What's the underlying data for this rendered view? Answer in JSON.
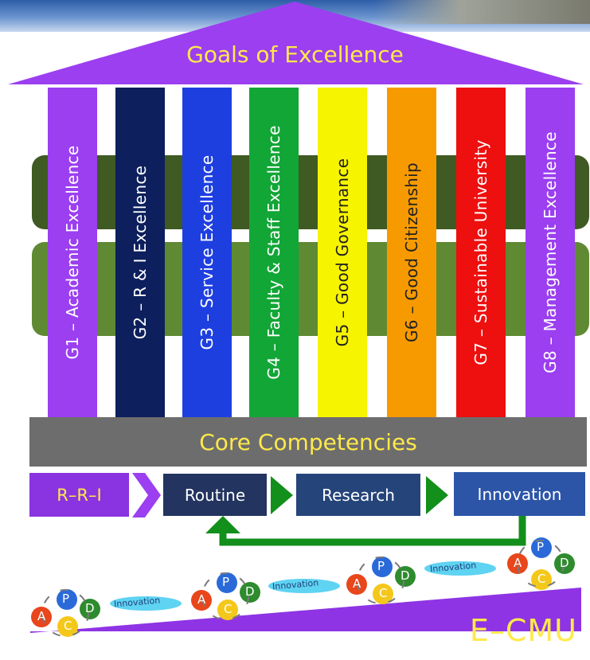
{
  "roof": {
    "title": "Goals of Excellence"
  },
  "pillars": [
    {
      "label": "G1 – Academic Excellence",
      "color": "#9b3ff0",
      "text_color": "#ffffff"
    },
    {
      "label": "G2 – R & I Excellence",
      "color": "#0d1f5c",
      "text_color": "#ffffff"
    },
    {
      "label": "G3 – Service Excellence",
      "color": "#1e3fe0",
      "text_color": "#ffffff"
    },
    {
      "label": "G4 – Faculty & Staff Excellence",
      "color": "#12a636",
      "text_color": "#ffffff"
    },
    {
      "label": "G5 – Good Governance",
      "color": "#f7f400",
      "text_color": "#222222"
    },
    {
      "label": "G6 – Good Citizenship",
      "color": "#f79a00",
      "text_color": "#222222"
    },
    {
      "label": "G7 – Sustainable University",
      "color": "#ee0f0f",
      "text_color": "#ffffff"
    },
    {
      "label": "G8 – Management Excellence",
      "color": "#9b3ff0",
      "text_color": "#ffffff"
    }
  ],
  "core": {
    "title": "Core Competencies"
  },
  "rri": {
    "label": "R–R–I",
    "steps": [
      "Routine",
      "Research",
      "Innovation"
    ]
  },
  "pdca": {
    "letters": [
      "P",
      "D",
      "C",
      "A"
    ],
    "arrow_label": "Innovation"
  },
  "brand": {
    "name": "E–CMU"
  },
  "colors": {
    "roof": "#9b3ff0",
    "core_bar": "#6d6d6d",
    "core_text": "#ffe94a",
    "band_dark": "#3f5a22",
    "band_light": "#5f8a33",
    "step_dark": "#22345f",
    "step_mid": "#25447a",
    "step_light": "#2c55a8",
    "green_arrow": "#138f1b",
    "brand_text": "#ffe94a"
  }
}
